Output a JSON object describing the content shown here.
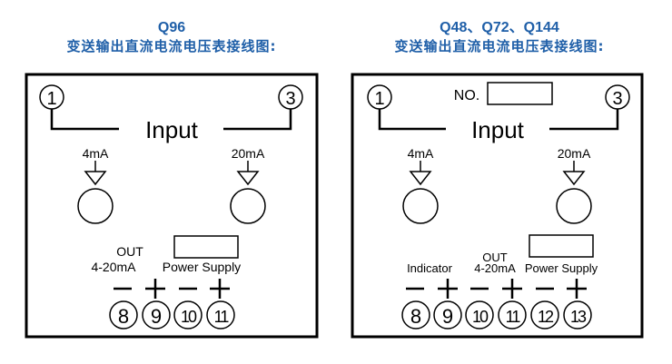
{
  "left": {
    "model": "Q96",
    "caption": "变送输出直流电流电压表接线图:",
    "terminal_top_left": "1",
    "terminal_top_right": "3",
    "input_label": "Input",
    "input_low": "4mA",
    "input_high": "20mA",
    "out_label": "OUT",
    "out_range": "4-20mA",
    "power_label": "Power Supply",
    "polarity": [
      "−",
      "+",
      "−",
      "+"
    ],
    "terminals_bottom": [
      "8",
      "9",
      "10",
      "11"
    ]
  },
  "right": {
    "model": "Q48、Q72、Q144",
    "caption": "变送输出直流电流电压表接线图:",
    "no_label": "NO.",
    "terminal_top_left": "1",
    "terminal_top_right": "3",
    "input_label": "Input",
    "input_low": "4mA",
    "input_high": "20mA",
    "indicator_label": "Indicator",
    "out_label": "OUT",
    "out_range": "4-20mA",
    "power_label": "Power Supply",
    "polarity": [
      "−",
      "+",
      "−",
      "+",
      "−",
      "+"
    ],
    "terminals_bottom": [
      "8",
      "9",
      "10",
      "11",
      "12",
      "13"
    ]
  },
  "colors": {
    "title": "#1f5fa8",
    "line": "#000000"
  }
}
